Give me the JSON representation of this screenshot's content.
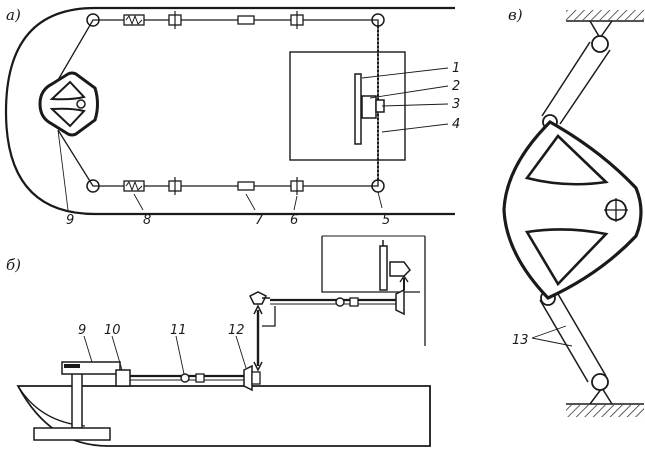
{
  "sections": {
    "a": "а)",
    "b": "б)",
    "c": "в)"
  },
  "callouts": {
    "n1": "1",
    "n2": "2",
    "n3": "3",
    "n4": "4",
    "n5": "5",
    "n6": "6",
    "n7": "7",
    "n8": "8",
    "n9a": "9",
    "n9b": "9",
    "n10": "10",
    "n11": "11",
    "n12": "12",
    "n13": "13"
  }
}
